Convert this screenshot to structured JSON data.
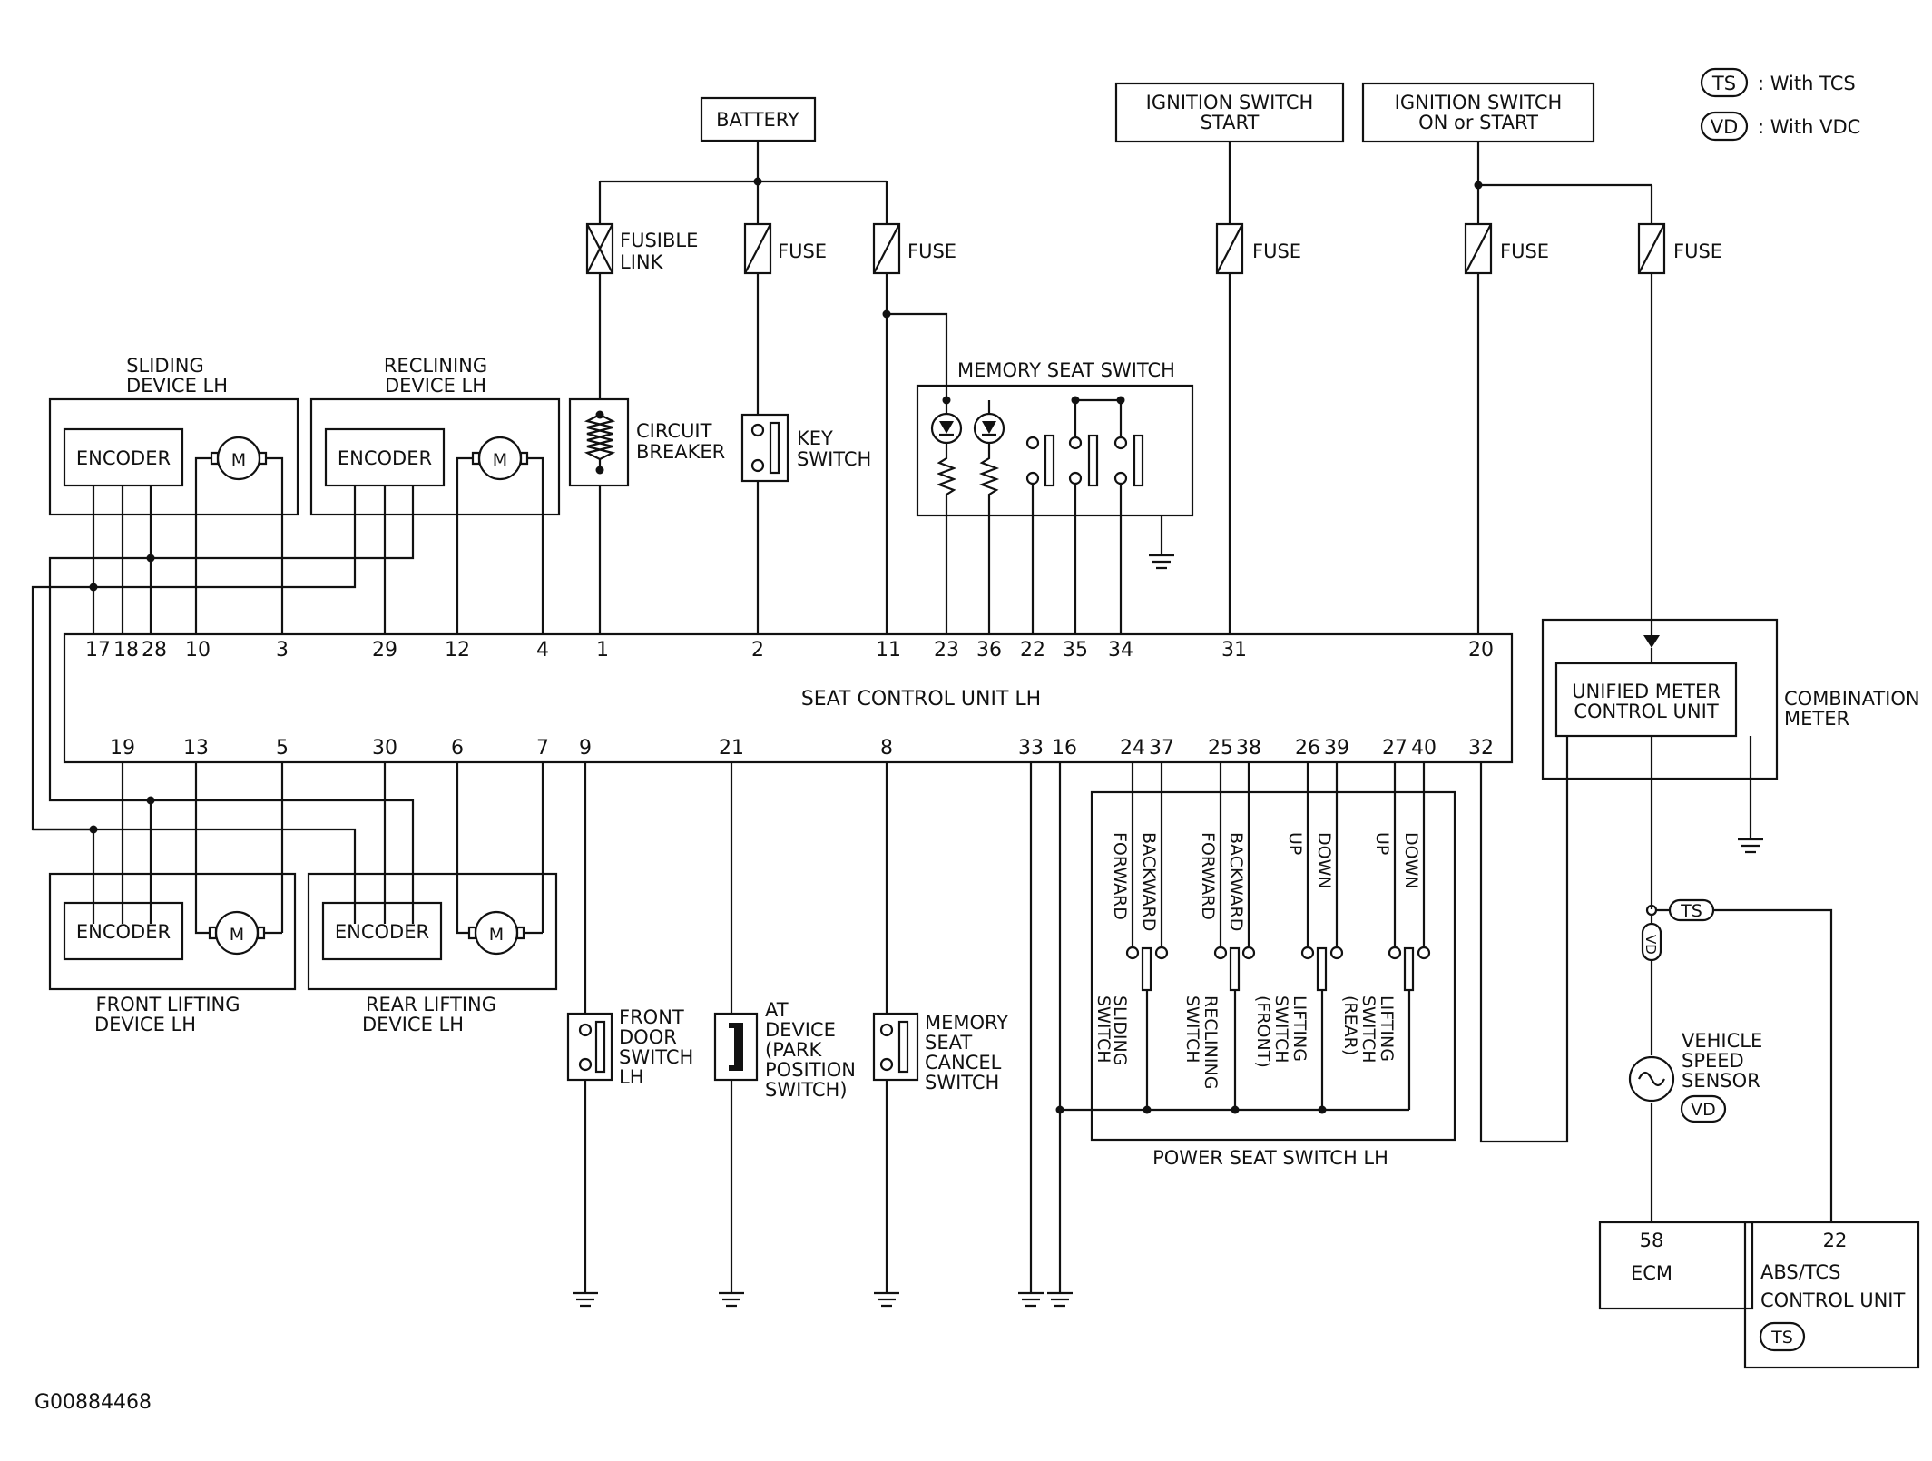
{
  "figure_id": "G00884468",
  "legend": [
    {
      "code": "TS",
      "text": ": With TCS"
    },
    {
      "code": "VD",
      "text": ": With VDC"
    }
  ],
  "power_sources": {
    "battery": "BATTERY",
    "ign_start_1": "IGNITION SWITCH",
    "ign_start_2": "START",
    "ign_on_1": "IGNITION SWITCH",
    "ign_on_2": "ON or START"
  },
  "protection": {
    "fusible_link_1": "FUSIBLE",
    "fusible_link_2": "LINK",
    "fuse": "FUSE",
    "circuit_breaker_1": "CIRCUIT",
    "circuit_breaker_2": "BREAKER"
  },
  "key_switch": {
    "line1": "KEY",
    "line2": "SWITCH"
  },
  "memory_seat_switch": "MEMORY SEAT SWITCH",
  "devices": {
    "sliding_1": "SLIDING",
    "sliding_2": "DEVICE LH",
    "reclining_1": "RECLINING",
    "reclining_2": "DEVICE LH",
    "front_lifting_1": "FRONT LIFTING",
    "front_lifting_2": "DEVICE LH",
    "rear_lifting_1": "REAR LIFTING",
    "rear_lifting_2": "DEVICE LH",
    "encoder": "ENCODER",
    "motor": "M"
  },
  "control_unit": "SEAT CONTROL UNIT LH",
  "top_pins": [
    "17",
    "18",
    "28",
    "10",
    "3",
    "29",
    "12",
    "4",
    "1",
    "2",
    "11",
    "23",
    "36",
    "22",
    "35",
    "34",
    "31",
    "20"
  ],
  "bottom_pins": [
    "19",
    "13",
    "5",
    "30",
    "6",
    "7",
    "9",
    "21",
    "8",
    "33",
    "16",
    "24",
    "37",
    "25",
    "38",
    "26",
    "39",
    "27",
    "40",
    "32"
  ],
  "bottom_switches": {
    "front_door": [
      "FRONT",
      "DOOR",
      "SWITCH",
      "LH"
    ],
    "at_device": [
      "AT",
      "DEVICE",
      "(PARK",
      "POSITION",
      "SWITCH)"
    ],
    "memory_cancel": [
      "MEMORY",
      "SEAT",
      "CANCEL",
      "SWITCH"
    ]
  },
  "power_seat_switch": {
    "title": "POWER SEAT SWITCH LH",
    "directions": [
      "FORWARD",
      "BACKWARD",
      "FORWARD",
      "BACKWARD",
      "UP",
      "DOWN",
      "UP",
      "DOWN"
    ],
    "sliding": [
      "SLIDING",
      "SWITCH"
    ],
    "reclining": [
      "RECLINING",
      "SWITCH"
    ],
    "lifting_front": [
      "LIFTING",
      "SWITCH",
      "(FRONT)"
    ],
    "lifting_rear": [
      "LIFTING",
      "SWITCH",
      "(REAR)"
    ]
  },
  "combination_meter": {
    "inner_1": "UNIFIED METER",
    "inner_2": "CONTROL UNIT",
    "outer_1": "COMBINATION",
    "outer_2": "METER"
  },
  "vehicle_speed_sensor": [
    "VEHICLE",
    "SPEED",
    "SENSOR"
  ],
  "ecm": {
    "pin": "58",
    "label": "ECM"
  },
  "abs_tcs": {
    "pin": "22",
    "label_1": "ABS/TCS",
    "label_2": "CONTROL UNIT"
  }
}
